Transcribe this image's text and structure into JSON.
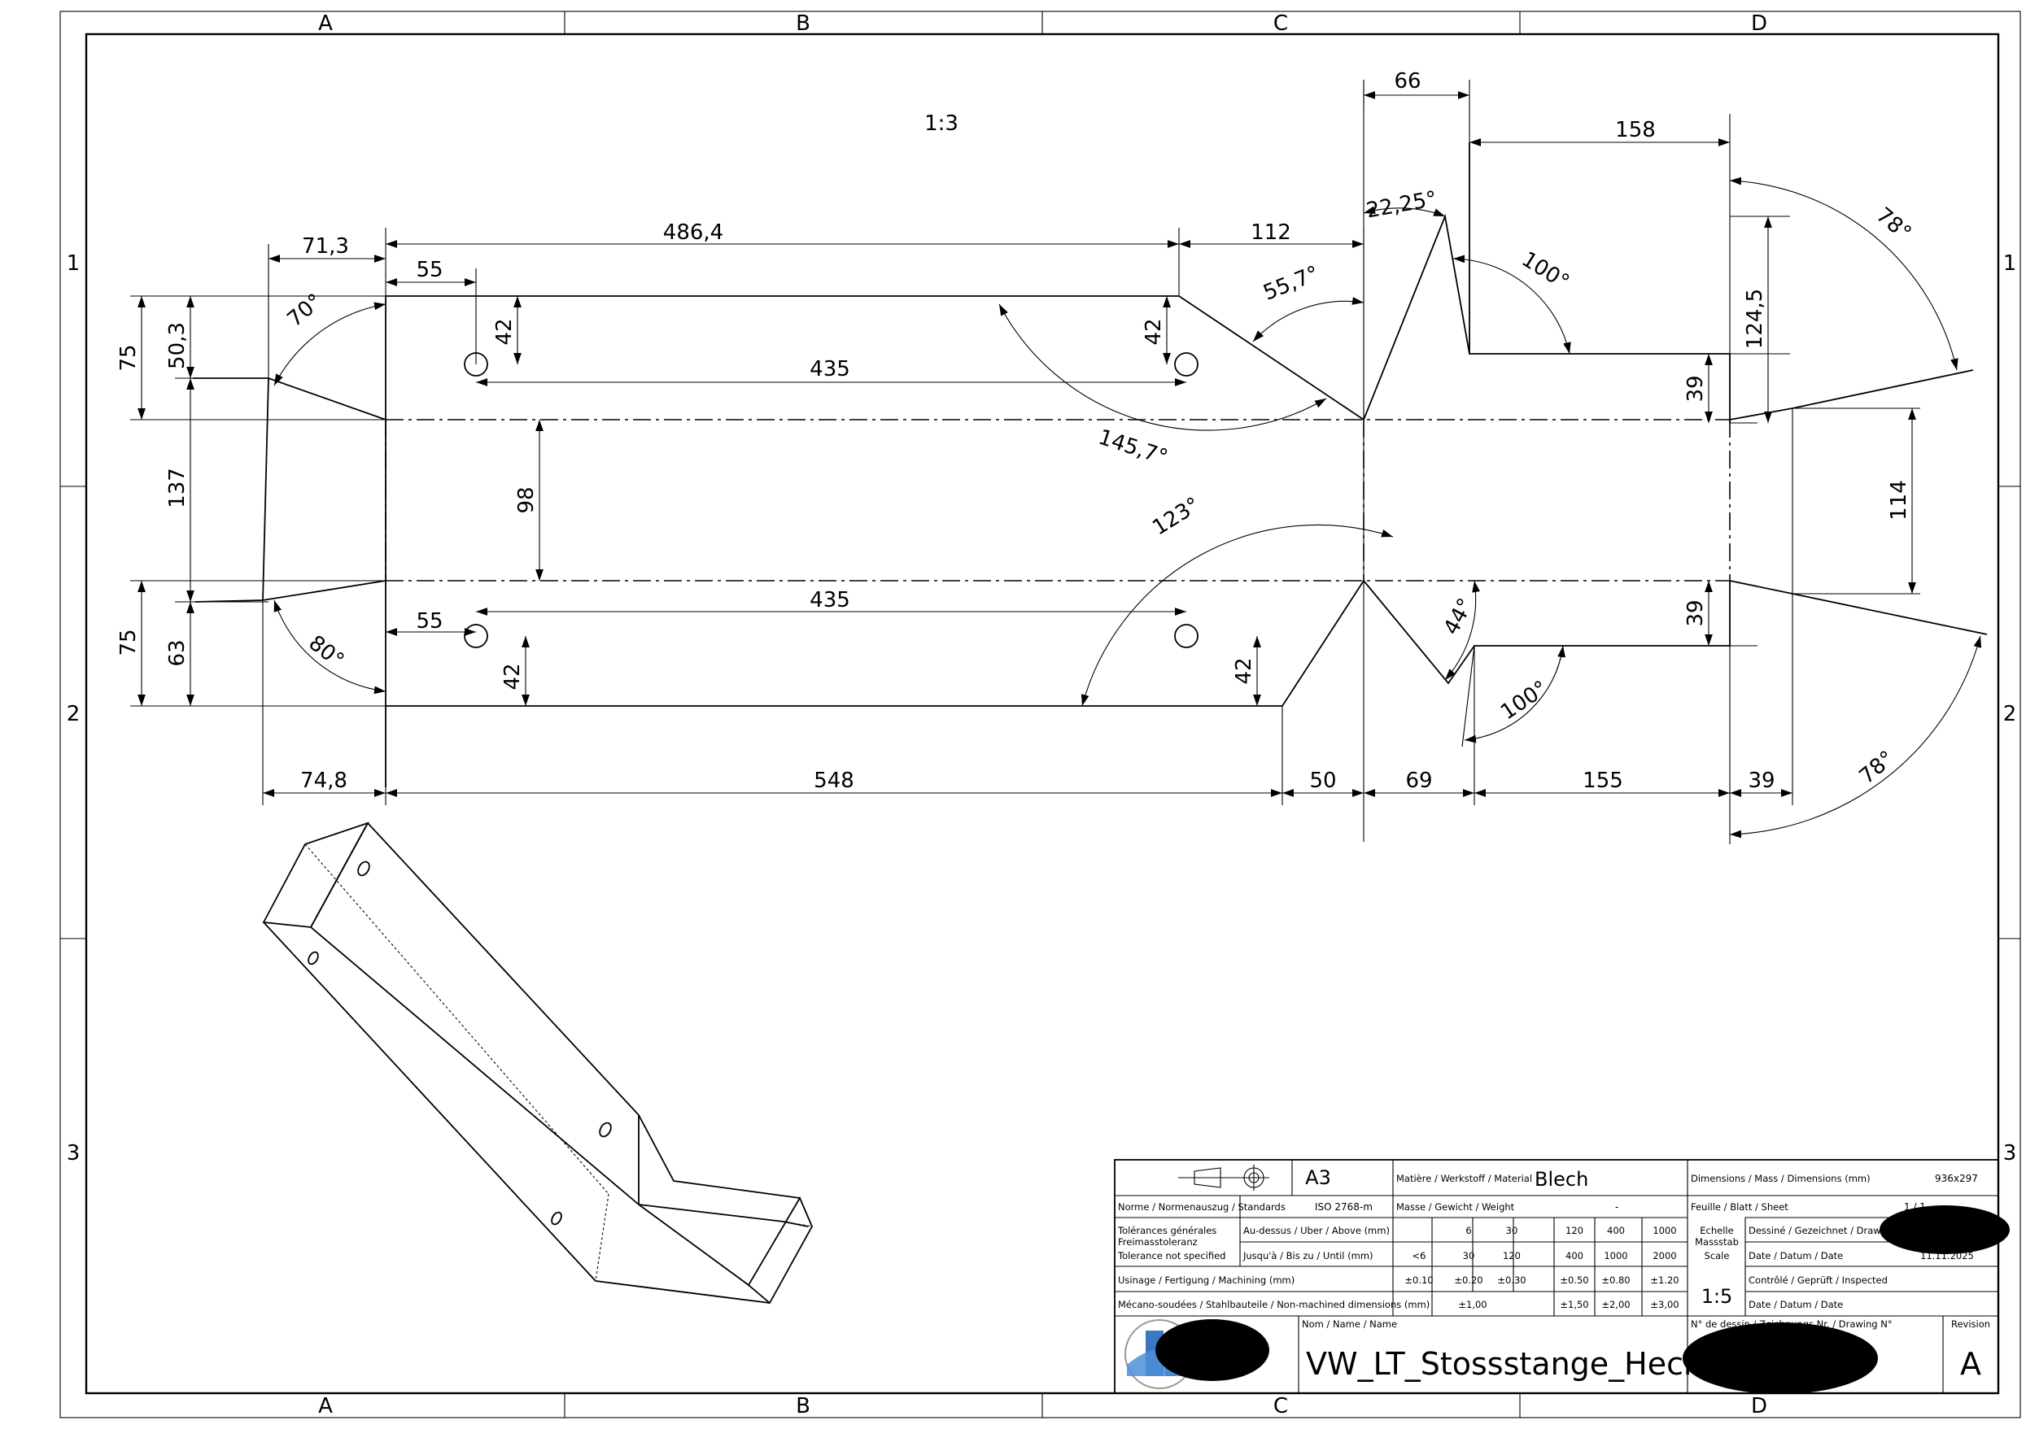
{
  "zones": {
    "columns": [
      "A",
      "B",
      "C",
      "D"
    ],
    "rows": [
      "1",
      "2",
      "3"
    ]
  },
  "view_scale": "1:3",
  "dimensions": {
    "d_66": "66",
    "d_158": "158",
    "d_486_4": "486,4",
    "d_112": "112",
    "d_71_3": "71,3",
    "d_55_top": "55",
    "d_42_a": "42",
    "d_42_b": "42",
    "d_435_top": "435",
    "d_75_top": "75",
    "d_50_3": "50,3",
    "d_137": "137",
    "d_98": "98",
    "d_124_5": "124,5",
    "d_39_a": "39",
    "d_114": "114",
    "d_435_bot": "435",
    "d_55_bot": "55",
    "d_42_c": "42",
    "d_42_d": "42",
    "d_39_b": "39",
    "d_75_bot": "75",
    "d_63": "63",
    "d_74_8": "74,8",
    "d_548": "548",
    "d_50": "50",
    "d_69": "69",
    "d_155": "155",
    "d_39_c": "39",
    "a_70": "70°",
    "a_80": "80°",
    "a_55_7": "55,7°",
    "a_145_7": "145,7°",
    "a_22_25": "22,25°",
    "a_100_top": "100°",
    "a_78_top": "78°",
    "a_123": "123°",
    "a_44": "44°",
    "a_100_bot": "100°",
    "a_78_bot": "78°"
  },
  "title_block": {
    "format": "A3",
    "material_label": "Matière / Werkstoff / Material",
    "material": "Blech",
    "dimensions_label": "Dimensions / Mass / Dimensions (mm)",
    "dimensions": "936x297",
    "standards_label": "Norme / Normenauszug / Standards",
    "standard": "ISO 2768-m",
    "weight_label": "Masse / Gewicht / Weight",
    "weight": "-",
    "sheet_label": "Feuille / Blatt / Sheet",
    "sheet": "1 / 1",
    "tol_label_1": "Tolérances générales",
    "tol_label_2": "Freimasstoleranz",
    "tol_label_3": "Tolerance not specified",
    "above_label": "Au-dessus / Uber / Above (mm)",
    "until_label": "Jusqu'à / Bis zu / Until (mm)",
    "machining_label": "Usinage / Fertigung / Machining (mm)",
    "welded_label": "Mécano-soudées / Stahlbauteile / Non-machined dimensions (mm)",
    "above_values": [
      "6",
      "30",
      "120",
      "400",
      "1000"
    ],
    "until_values": [
      "<6",
      "30",
      "120",
      "400",
      "1000",
      "2000"
    ],
    "machining_values": [
      "±0.10",
      "±0.20",
      "±0.30",
      "±0.50",
      "±0.80",
      "±1.20"
    ],
    "welded_values": [
      "±1,00",
      "±1,50",
      "±2,00",
      "±3,00"
    ],
    "scale_label_1": "Echelle",
    "scale_label_2": "Massstab",
    "scale_label_3": "Scale",
    "scale": "1:5",
    "drawn_label": "Dessiné / Gezeichnet / Drawn",
    "date_label": "Date / Datum / Date",
    "date": "11.11.2025",
    "inspected_label": "Contrôlé / Geprüft / Inspected",
    "date_label_2": "Date / Datum / Date",
    "name_label": "Nom / Name / Name",
    "name": "VW_LT_Stossstange_Heck",
    "drawing_no_label": "N° de dessin / Zeichnungs Nr. / Drawing N°",
    "revision_label": "Revision",
    "revision": "A"
  }
}
